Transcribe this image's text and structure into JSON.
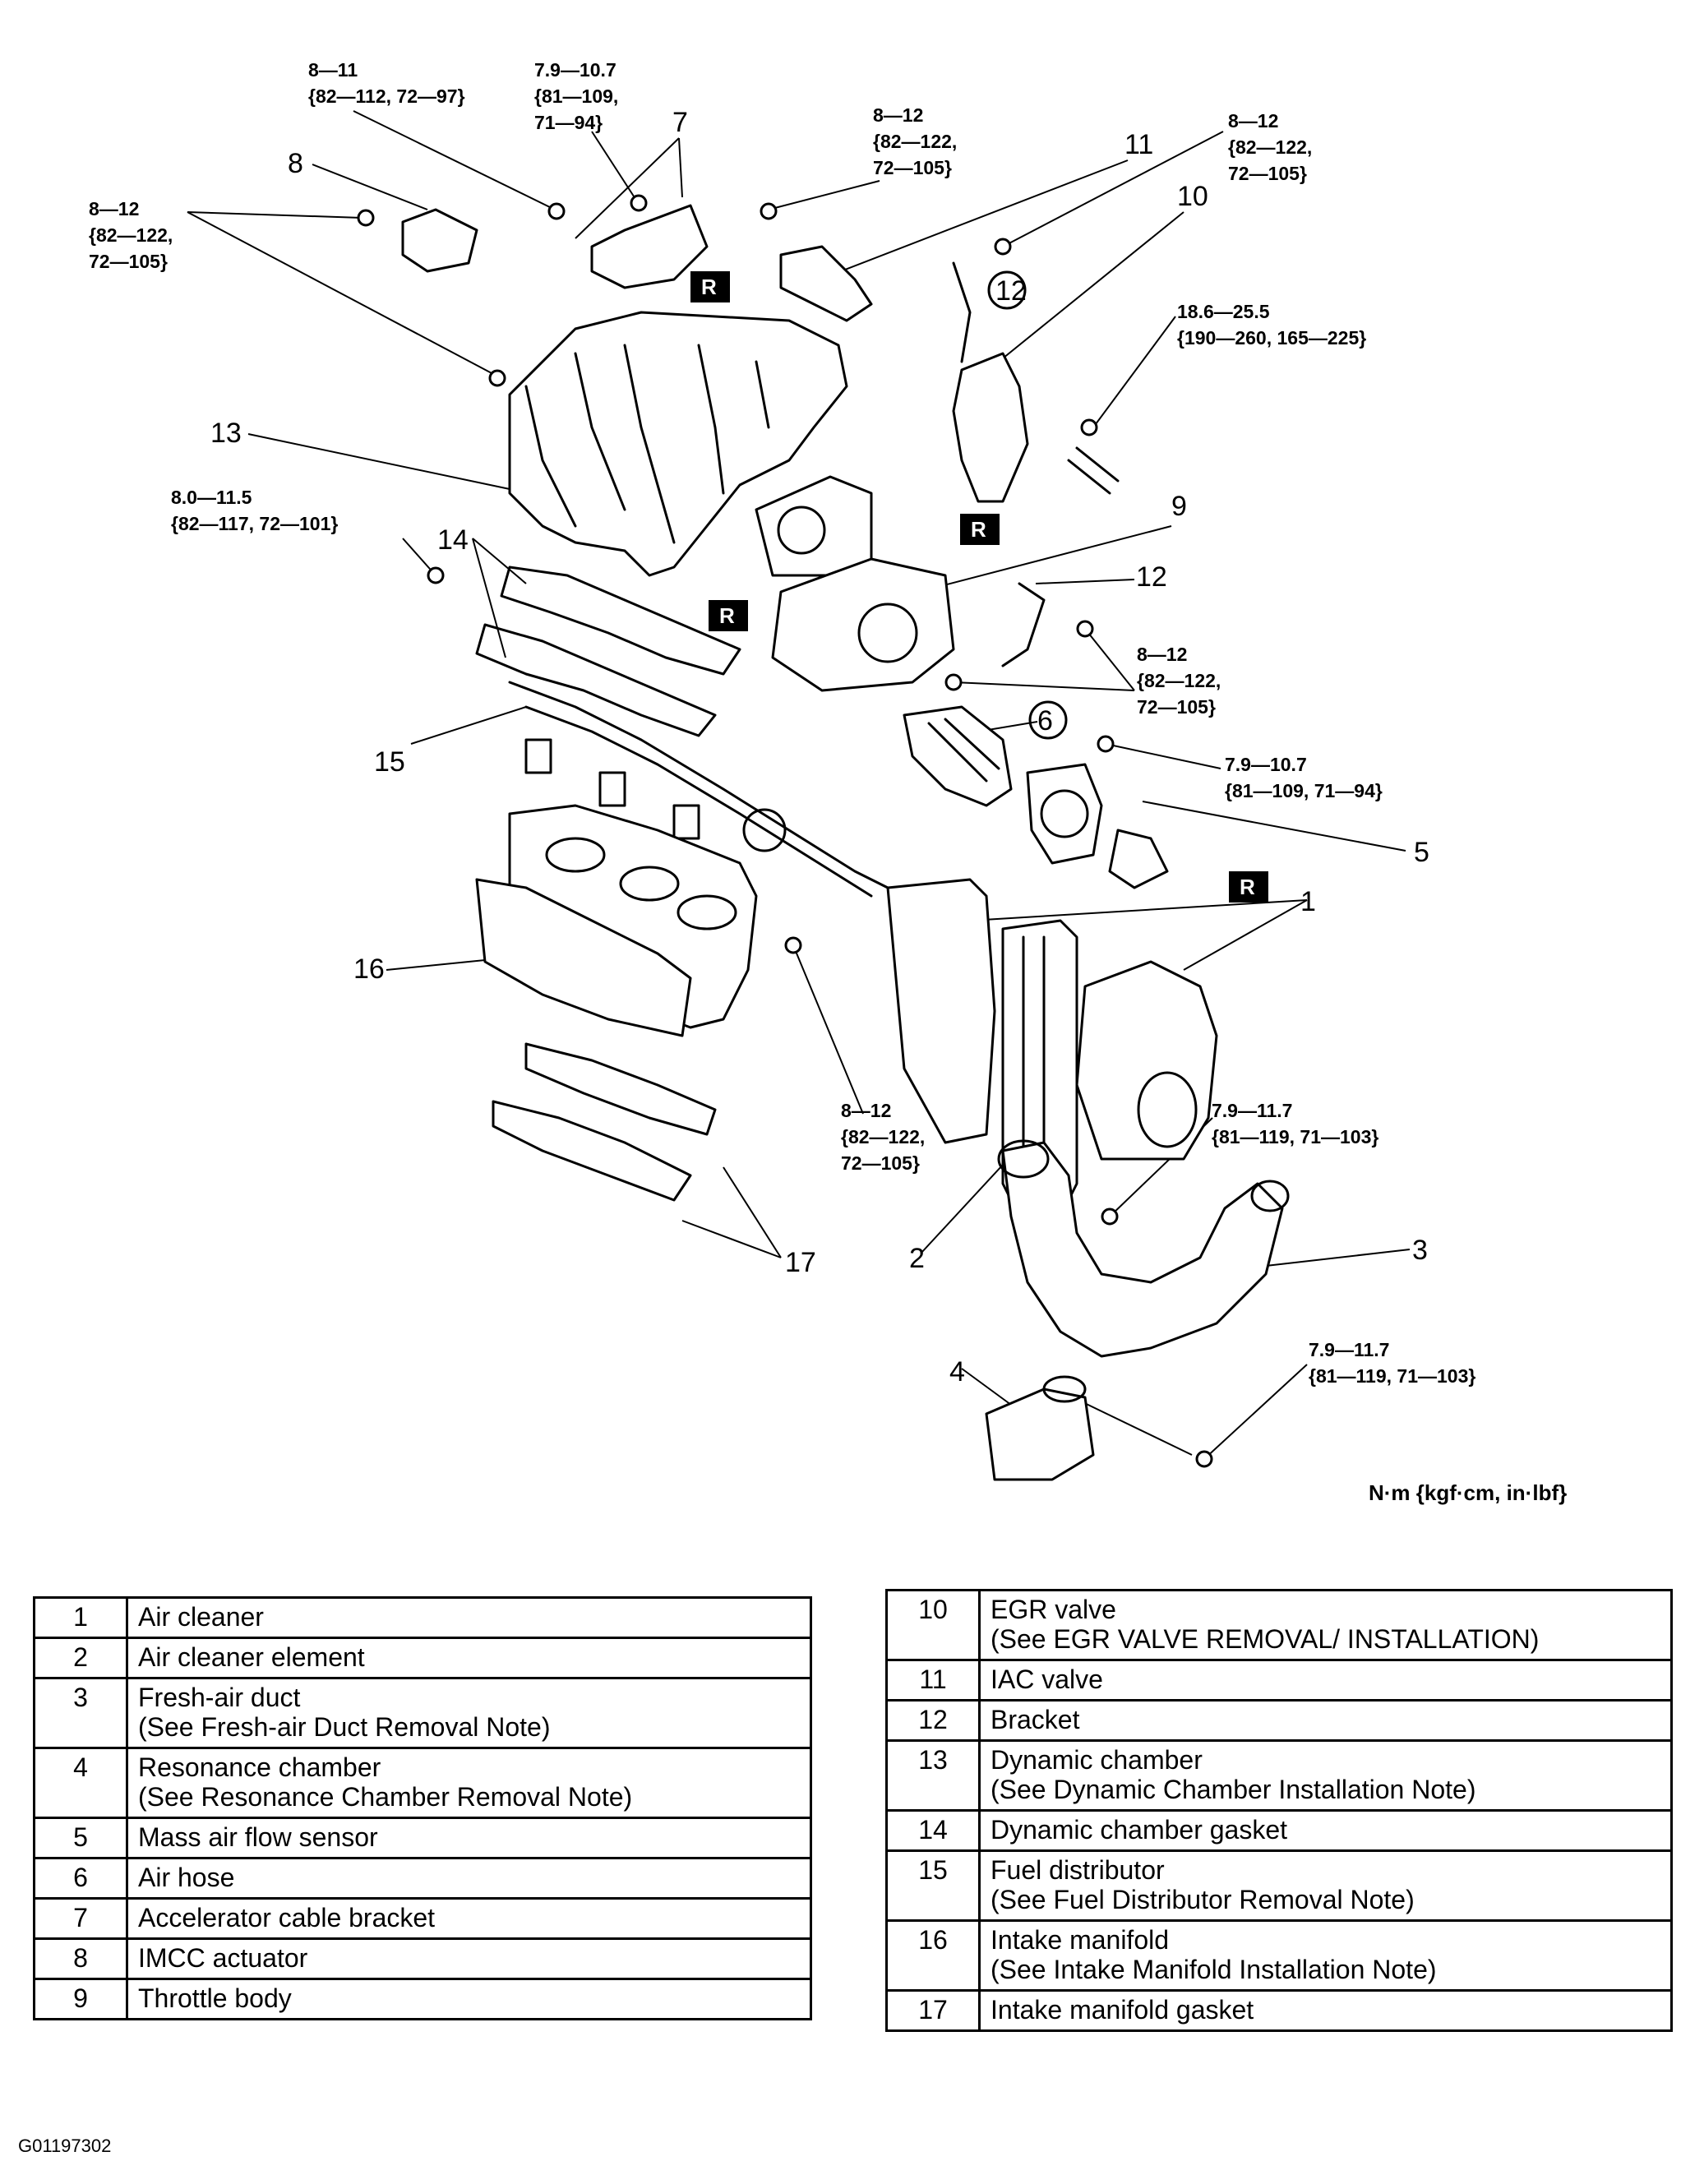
{
  "torque_specs": [
    {
      "line1": "8—11",
      "line2": "{82—112, 72—97}",
      "line3": ""
    },
    {
      "line1": "7.9—10.7",
      "line2": "{81—109,",
      "line3": "71—94}"
    },
    {
      "line1": "8—12",
      "line2": "{82—122,",
      "line3": "72—105}"
    },
    {
      "line1": "8—12",
      "line2": "{82—122,",
      "line3": "72—105}"
    },
    {
      "line1": "8—12",
      "line2": "{82—122,",
      "line3": "72—105}"
    },
    {
      "line1": "18.6—25.5",
      "line2": "{190—260, 165—225}",
      "line3": ""
    },
    {
      "line1": "8.0—11.5",
      "line2": "{82—117, 72—101}",
      "line3": ""
    },
    {
      "line1": "8—12",
      "line2": "{82—122,",
      "line3": "72—105}"
    },
    {
      "line1": "7.9—10.7",
      "line2": "{81—109, 71—94}",
      "line3": ""
    },
    {
      "line1": "8—12",
      "line2": "{82—122,",
      "line3": "72—105}"
    },
    {
      "line1": "7.9—11.7",
      "line2": "{81—119, 71—103}",
      "line3": ""
    },
    {
      "line1": "7.9—11.7",
      "line2": "{81—119, 71—103}",
      "line3": ""
    }
  ],
  "callouts": [
    "1",
    "2",
    "3",
    "4",
    "5",
    "6",
    "7",
    "8",
    "9",
    "10",
    "11",
    "12",
    "12",
    "13",
    "14",
    "15",
    "16",
    "17"
  ],
  "replace_marker": "R",
  "units": "N·m {kgf·cm, in·lbf}",
  "parts_left": [
    {
      "num": "1",
      "name": "Air cleaner",
      "note": ""
    },
    {
      "num": "2",
      "name": "Air cleaner element",
      "note": ""
    },
    {
      "num": "3",
      "name": "Fresh-air duct",
      "note": "(See Fresh-air Duct Removal Note)"
    },
    {
      "num": "4",
      "name": "Resonance chamber",
      "note": "(See Resonance Chamber Removal Note)"
    },
    {
      "num": "5",
      "name": "Mass air flow sensor",
      "note": ""
    },
    {
      "num": "6",
      "name": "Air hose",
      "note": ""
    },
    {
      "num": "7",
      "name": "Accelerator cable bracket",
      "note": ""
    },
    {
      "num": "8",
      "name": "IMCC actuator",
      "note": ""
    },
    {
      "num": "9",
      "name": "Throttle body",
      "note": ""
    }
  ],
  "parts_right": [
    {
      "num": "10",
      "name": "EGR valve",
      "note": "(See EGR VALVE REMOVAL/ INSTALLATION)"
    },
    {
      "num": "11",
      "name": "IAC valve",
      "note": ""
    },
    {
      "num": "12",
      "name": "Bracket",
      "note": ""
    },
    {
      "num": "13",
      "name": "Dynamic chamber",
      "note": "(See Dynamic Chamber Installation Note)"
    },
    {
      "num": "14",
      "name": "Dynamic chamber gasket",
      "note": ""
    },
    {
      "num": "15",
      "name": "Fuel distributor",
      "note": "(See Fuel Distributor Removal Note)"
    },
    {
      "num": "16",
      "name": "Intake manifold",
      "note": "(See Intake Manifold Installation Note)"
    },
    {
      "num": "17",
      "name": "Intake manifold gasket",
      "note": ""
    }
  ],
  "figure_id": "G01197302"
}
